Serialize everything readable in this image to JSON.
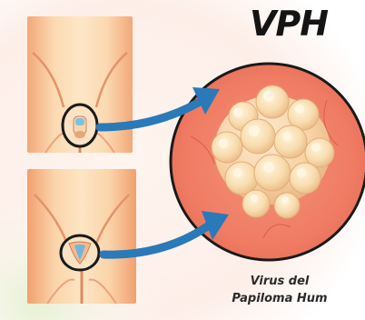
{
  "title": "VPH",
  "caption": {
    "line1": "Virus del",
    "line2": "Papiloma Hum"
  },
  "colors": {
    "skin_light": "#fde2bd",
    "skin_mid": "#f6b788",
    "skin_shadow": "#e89868",
    "lesion_circle": "#f0836a",
    "lesion_border": "#1a1a1a",
    "wart": "#f9e2b8",
    "arrow": "#2a79b8",
    "title": "#141414"
  },
  "icons": {
    "male_figure": "male-torso-illustration",
    "female_figure": "female-torso-illustration",
    "zoom_lesion": "genital-warts-closeup",
    "arrow_top": "arrow-right-up",
    "arrow_bottom": "arrow-right-up"
  }
}
